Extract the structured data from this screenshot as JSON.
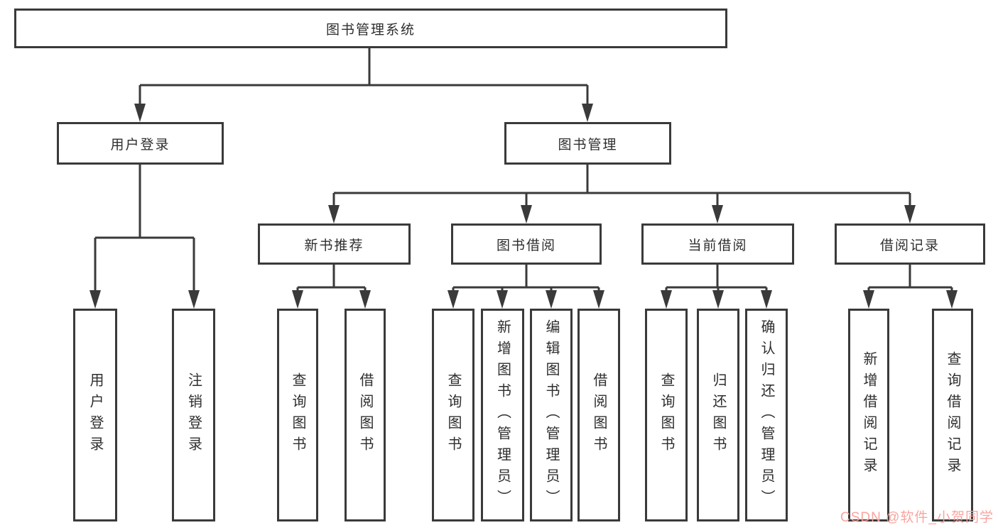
{
  "root": {
    "label": "图书管理系统"
  },
  "branches": {
    "user_login": {
      "label": "用户登录",
      "children": [
        {
          "label": "用户登录"
        },
        {
          "label": "注销登录"
        }
      ]
    },
    "book_mgmt": {
      "label": "图书管理",
      "sections": [
        {
          "label": "新书推荐",
          "children": [
            {
              "label": "查询图书"
            },
            {
              "label": "借阅图书"
            }
          ]
        },
        {
          "label": "图书借阅",
          "children": [
            {
              "label": "查询图书"
            },
            {
              "label": "新增图书（管理员）"
            },
            {
              "label": "编辑图书（管理员）"
            },
            {
              "label": "借阅图书"
            }
          ]
        },
        {
          "label": "当前借阅",
          "children": [
            {
              "label": "查询图书"
            },
            {
              "label": "归还图书"
            },
            {
              "label": "确认归还（管理员）"
            }
          ]
        },
        {
          "label": "借阅记录",
          "children": [
            {
              "label": "新增借阅记录"
            },
            {
              "label": "查询借阅记录"
            }
          ]
        }
      ]
    }
  },
  "watermark": {
    "text": "CSDN @软件_小贺同学",
    "color": "#f9a19b"
  },
  "colors": {
    "line": "#3a3a3a",
    "text": "#2e2e2e",
    "background": "#ffffff"
  }
}
